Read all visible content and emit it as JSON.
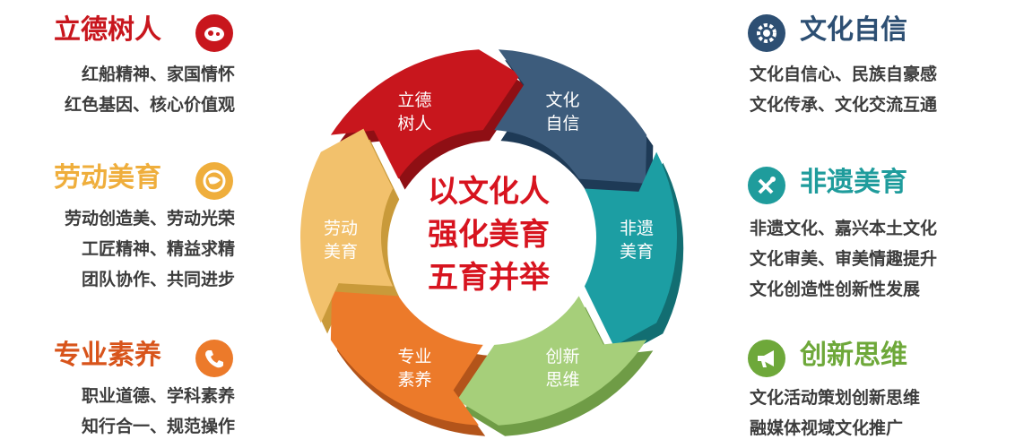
{
  "left_blocks": [
    {
      "title": "立德树人",
      "color": "#c8161d",
      "icon": "brain-icon",
      "lines": [
        "红船精神、家国情怀",
        "红色基因、核心价值观"
      ]
    },
    {
      "title": "劳动美育",
      "color": "#efae3c",
      "icon": "globe-hands-icon",
      "lines": [
        "劳动创造美、劳动光荣",
        "工匠精神、精益求精",
        "团队协作、共同进步"
      ]
    },
    {
      "title": "专业素养",
      "color": "#d8541b",
      "icon": "phone-icon",
      "lines": [
        "职业道德、学科素养",
        "知行合一、规范操作"
      ]
    }
  ],
  "right_blocks": [
    {
      "title": "文化自信",
      "color": "#2d4f73",
      "icon": "gear-icon",
      "lines": [
        "文化自信心、民族自豪感",
        "文化传承、文化交流互通"
      ]
    },
    {
      "title": "非遗美育",
      "color": "#1f9c9c",
      "icon": "tools-icon",
      "lines": [
        "非遗文化、嘉兴本土文化",
        "文化审美、审美情趣提升",
        "文化创造性创新性发展"
      ]
    },
    {
      "title": "创新思维",
      "color": "#6ea83a",
      "icon": "megaphone-icon",
      "lines": [
        "文化活动策划创新思维",
        "融媒体视域文化推广"
      ]
    }
  ],
  "cycle": {
    "segments": [
      {
        "line1": "立德",
        "line2": "树人",
        "color": "#c8161d",
        "side": "#8f0f14"
      },
      {
        "line1": "文化",
        "line2": "自信",
        "color": "#3d5c7c",
        "side": "#1e3a56"
      },
      {
        "line1": "非遗",
        "line2": "美育",
        "color": "#1c9ea3",
        "side": "#126e72"
      },
      {
        "line1": "创新",
        "line2": "思维",
        "color": "#a6cf7a",
        "side": "#6f9c46"
      },
      {
        "line1": "专业",
        "line2": "素养",
        "color": "#ec7a2a",
        "side": "#b3541a"
      },
      {
        "line1": "劳动",
        "line2": "美育",
        "color": "#f2c16c",
        "side": "#c99a3a"
      }
    ],
    "center_lines": [
      "以文化人",
      "强化美育",
      "五育并举"
    ]
  }
}
